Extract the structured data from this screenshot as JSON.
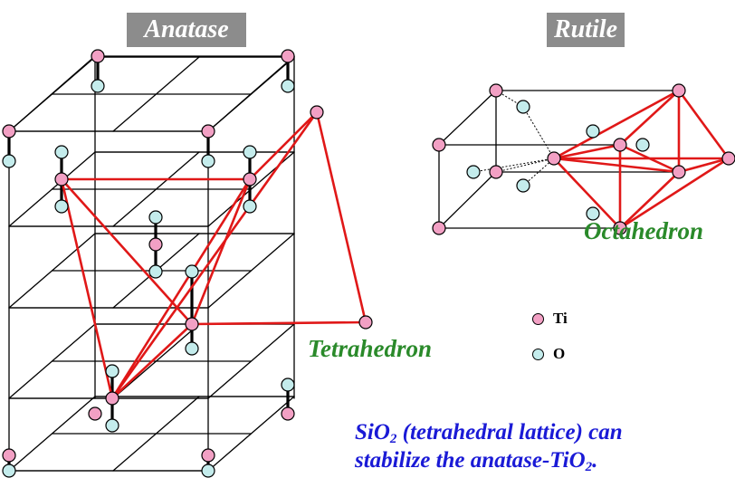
{
  "titles": {
    "anatase": "Anatase",
    "rutile": "Rutile"
  },
  "labels": {
    "tetrahedron": "Tetrahedron",
    "octahedron": "Octahedron"
  },
  "legend": {
    "ti_label": "Ti",
    "o_label": "O"
  },
  "note": {
    "line1_a": "SiO",
    "line1_sub": "2",
    "line1_b": " (tetrahedral lattice) can",
    "line2_a": "stabilize the anatase-TiO",
    "line2_sub": "2",
    "line2_b": "."
  },
  "colors": {
    "title_bg": "#8c8c8c",
    "ti_fill": "#f2a0c4",
    "o_fill": "#c4ecec",
    "polyhedron_edge": "#e01818",
    "label_green": "#2a8a2a",
    "note_blue": "#1a1ad6"
  }
}
